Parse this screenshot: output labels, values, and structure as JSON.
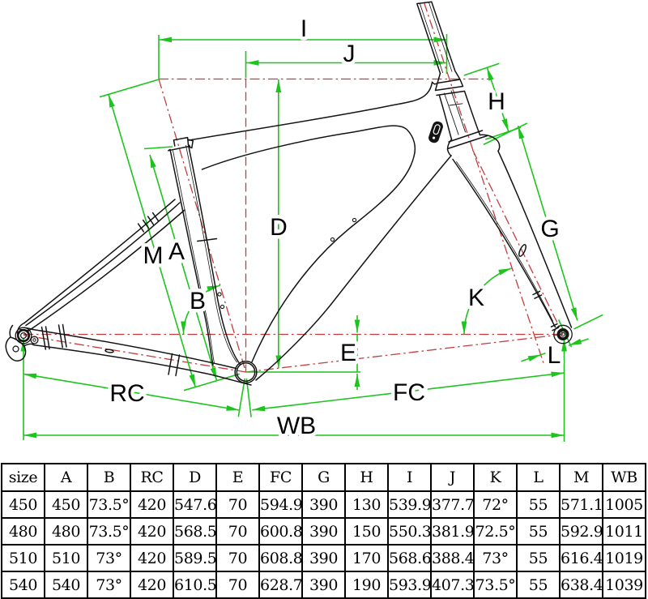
{
  "diagram": {
    "labels": {
      "I": "I",
      "J": "J",
      "H": "H",
      "G": "G",
      "D": "D",
      "A": "A",
      "M": "M",
      "B": "B",
      "K": "K",
      "E": "E",
      "L": "L",
      "RC": "RC",
      "FC": "FC",
      "WB": "WB"
    },
    "colors": {
      "dimension_green": "#1dc41d",
      "construction_red": "#c43d3d",
      "frame_black": "#141414"
    }
  },
  "table": {
    "columns": [
      "size",
      "A",
      "B",
      "RC",
      "D",
      "E",
      "FC",
      "G",
      "H",
      "I",
      "J",
      "K",
      "L",
      "M",
      "WB"
    ],
    "rows": [
      [
        "450",
        "450",
        "73.5°",
        "420",
        "547.6",
        "70",
        "594.9",
        "390",
        "130",
        "539.9",
        "377.7",
        "72°",
        "55",
        "571.1",
        "1005"
      ],
      [
        "480",
        "480",
        "73.5°",
        "420",
        "568.5",
        "70",
        "600.8",
        "390",
        "150",
        "550.3",
        "381.9",
        "72.5°",
        "55",
        "592.9",
        "1011"
      ],
      [
        "510",
        "510",
        "73°",
        "420",
        "589.5",
        "70",
        "608.8",
        "390",
        "170",
        "568.6",
        "388.4",
        "73°",
        "55",
        "616.4",
        "1019"
      ],
      [
        "540",
        "540",
        "73°",
        "420",
        "610.5",
        "70",
        "628.7",
        "390",
        "190",
        "593.9",
        "407.3",
        "73.5°",
        "55",
        "638.4",
        "1039"
      ]
    ]
  }
}
